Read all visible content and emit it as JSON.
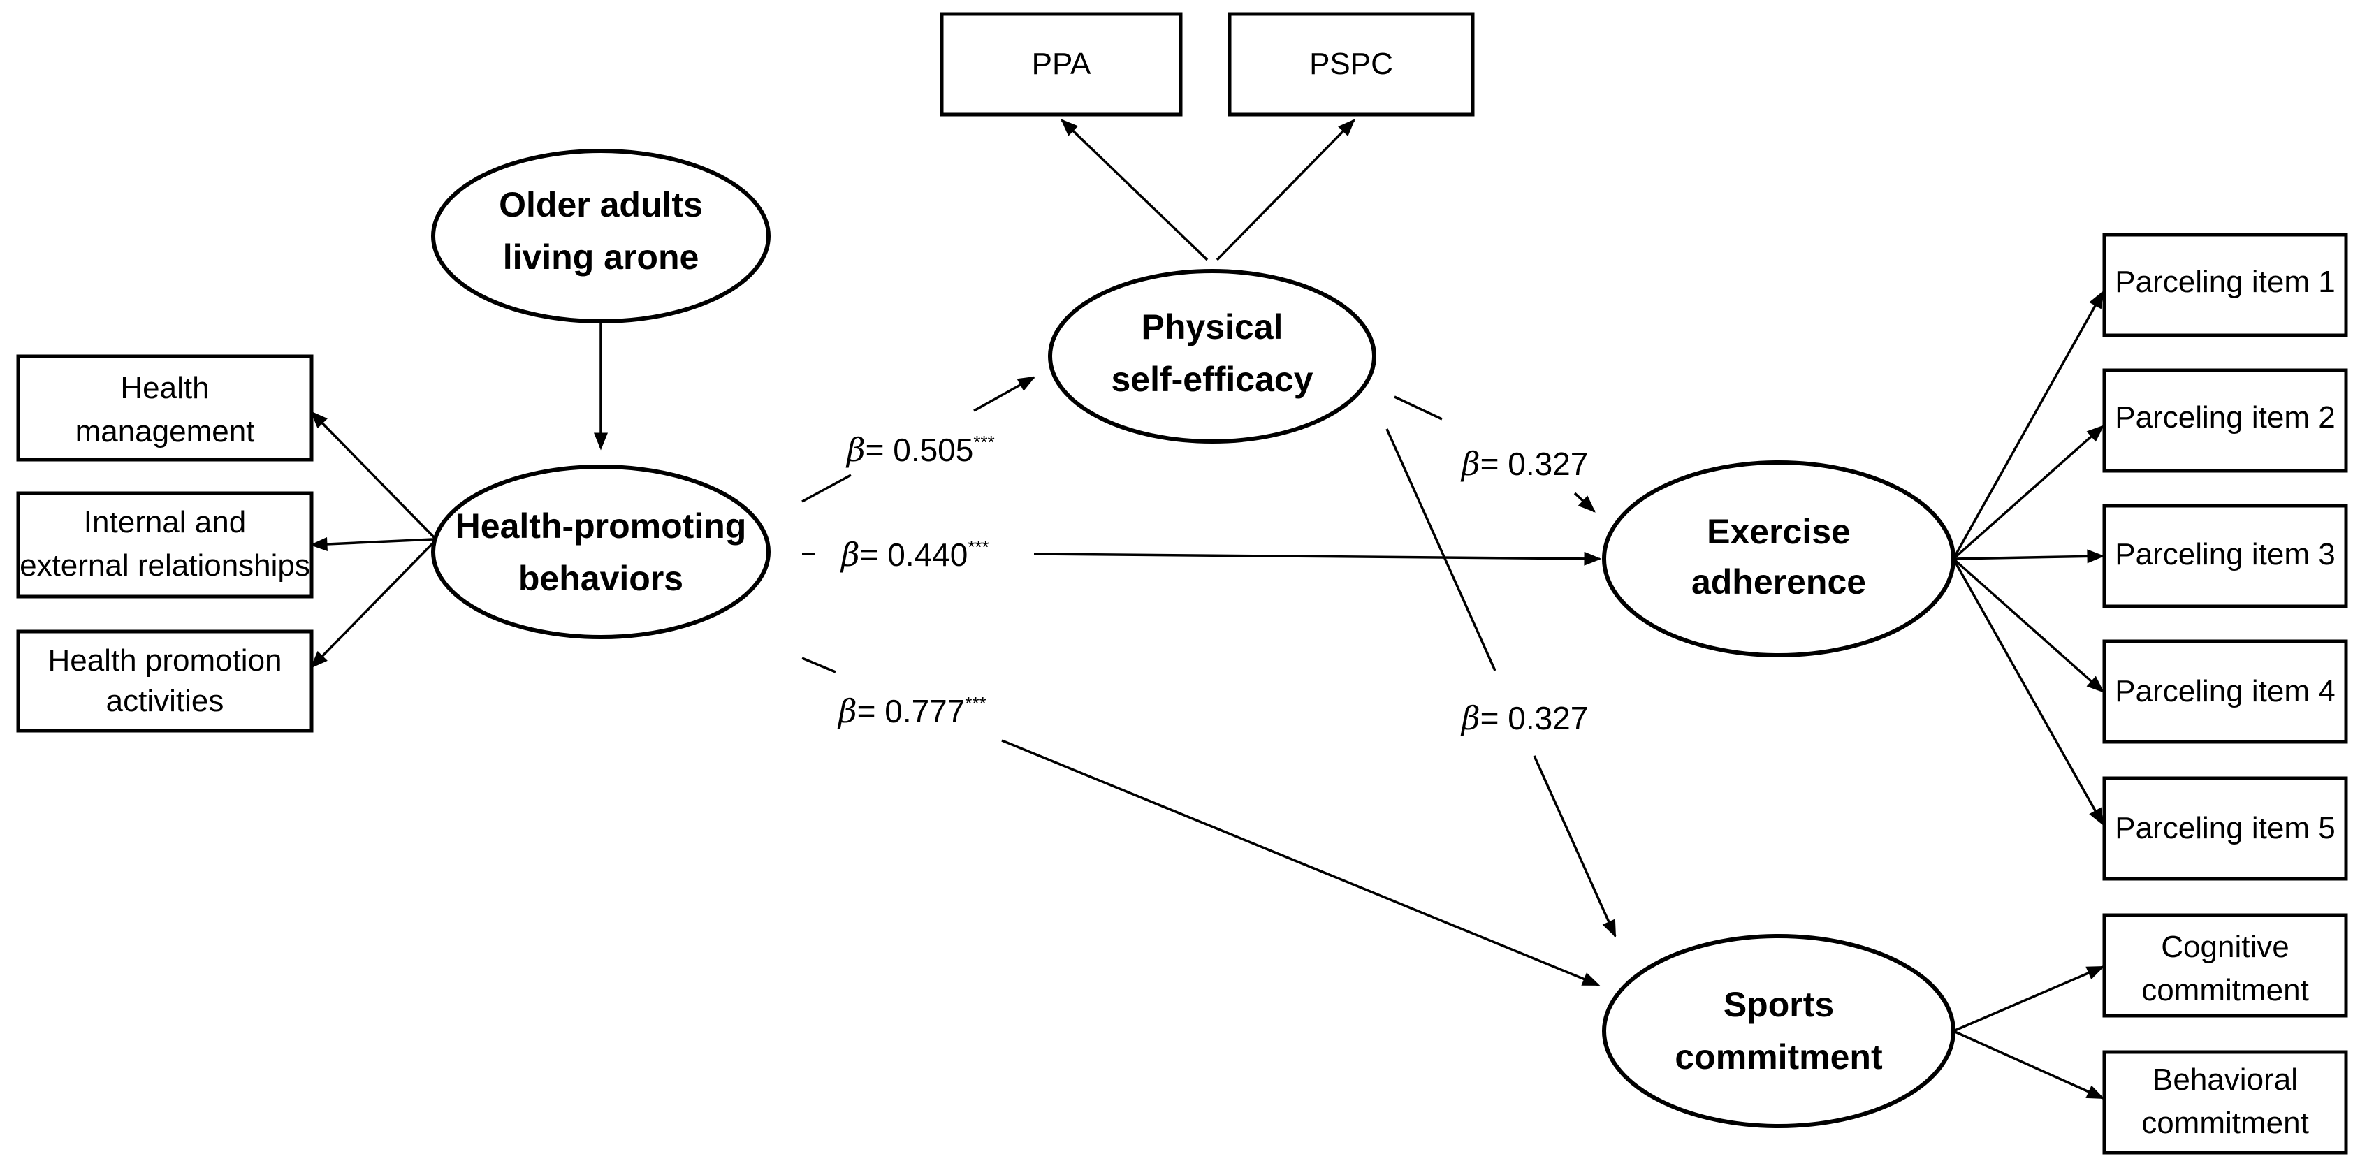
{
  "nodes": {
    "ppa": {
      "lines": [
        "PPA"
      ]
    },
    "pspc": {
      "lines": [
        "PSPC"
      ]
    },
    "older_adults": {
      "lines": [
        "Older adults",
        "living arone"
      ]
    },
    "physical_self_efficacy": {
      "lines": [
        "Physical",
        "self-efficacy"
      ]
    },
    "health_management": {
      "lines": [
        "Health",
        "management"
      ]
    },
    "internal_external": {
      "lines": [
        "Internal and",
        "external relationships"
      ]
    },
    "health_promotion_activities": {
      "lines": [
        "Health promotion",
        "activities"
      ]
    },
    "health_promoting_behaviors": {
      "lines": [
        "Health-promoting",
        "behaviors"
      ]
    },
    "exercise_adherence": {
      "lines": [
        "Exercise",
        "adherence"
      ]
    },
    "sports_commitment": {
      "lines": [
        "Sports",
        "commitment"
      ]
    },
    "parceling_1": {
      "lines": [
        "Parceling item 1"
      ]
    },
    "parceling_2": {
      "lines": [
        "Parceling item 2"
      ]
    },
    "parceling_3": {
      "lines": [
        "Parceling item 3"
      ]
    },
    "parceling_4": {
      "lines": [
        "Parceling item 4"
      ]
    },
    "parceling_5": {
      "lines": [
        "Parceling item 5"
      ]
    },
    "cognitive_commitment": {
      "lines": [
        "Cognitive",
        "commitment"
      ]
    },
    "behavioral_commitment": {
      "lines": [
        "Behavioral",
        "commitment"
      ]
    }
  },
  "paths": {
    "hpb_to_pse": {
      "symbol": "β",
      "value": "= 0.505",
      "sig": "***"
    },
    "hpb_to_ea": {
      "symbol": "β",
      "value": "= 0.440",
      "sig": "***"
    },
    "hpb_to_sc": {
      "symbol": "β",
      "value": "= 0.777",
      "sig": "***"
    },
    "pse_to_ea": {
      "symbol": "β",
      "value": "= 0.327",
      "sig": ""
    },
    "pse_to_sc": {
      "symbol": "β",
      "value": "= 0.327",
      "sig": ""
    }
  }
}
